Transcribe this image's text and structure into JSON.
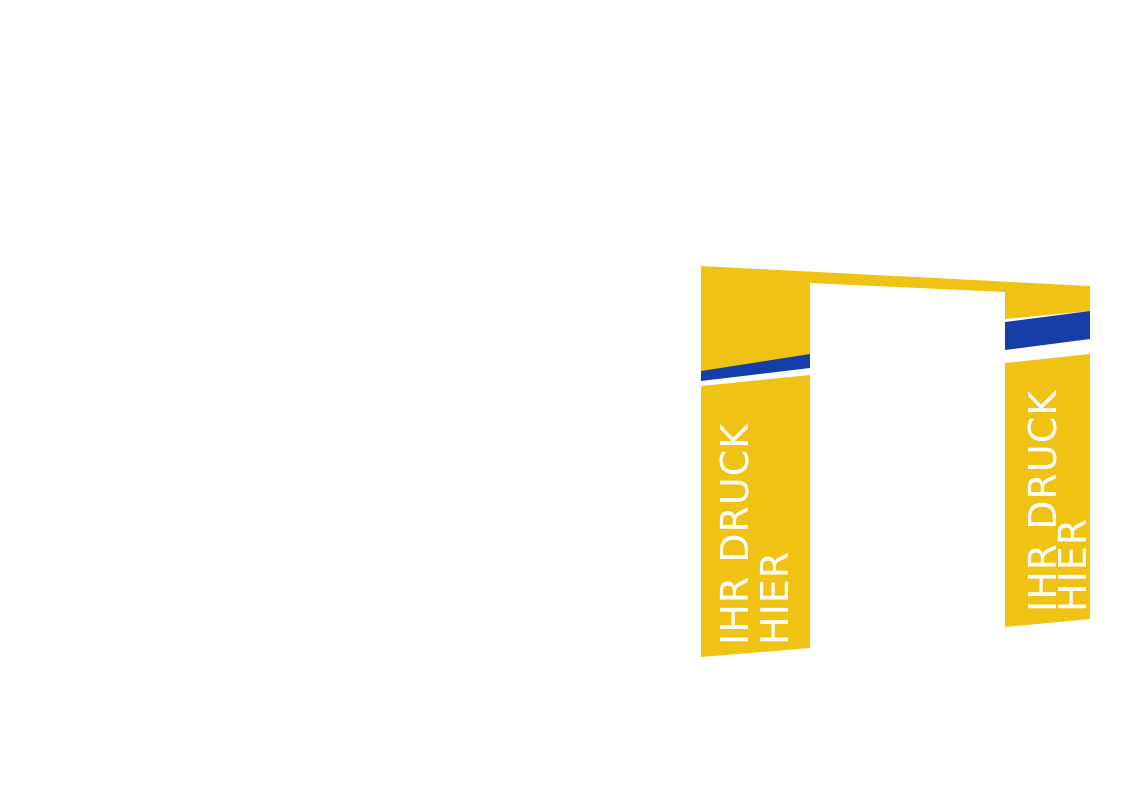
{
  "arch": {
    "left_panel": {
      "line1": "IHR DRUCK",
      "line2": "HIER"
    },
    "right_panel": {
      "line1": "IHR DRUCK",
      "line2": "HIER"
    }
  },
  "colors": {
    "background": "#ffffff",
    "yellow": "#f0c214",
    "blue": "#163ea8",
    "text": "#ffffff"
  }
}
